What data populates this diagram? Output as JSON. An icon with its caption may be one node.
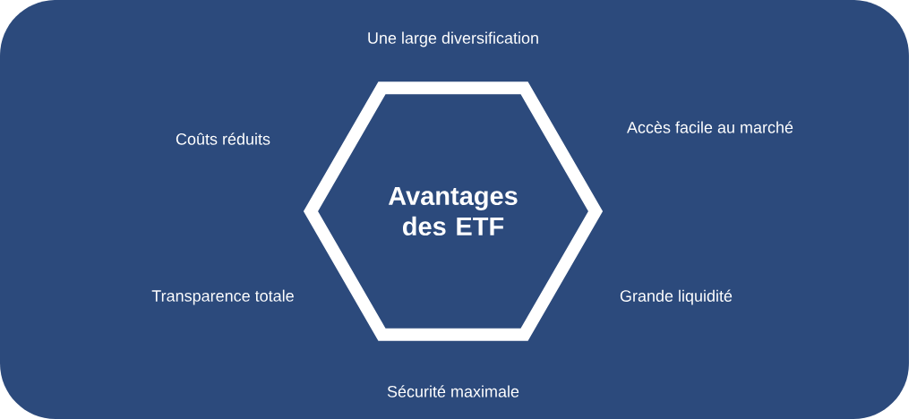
{
  "diagram": {
    "nodes": [
      {
        "text": [
          "Avantages des ETF"
        ]
      }
    ],
    "labels": [
      "Une large diversification",
      "Coûts réduits",
      "Accès facile au marché",
      "Transparence totale",
      "Grande liquidité",
      "Sécurité maximale"
    ]
  }
}
